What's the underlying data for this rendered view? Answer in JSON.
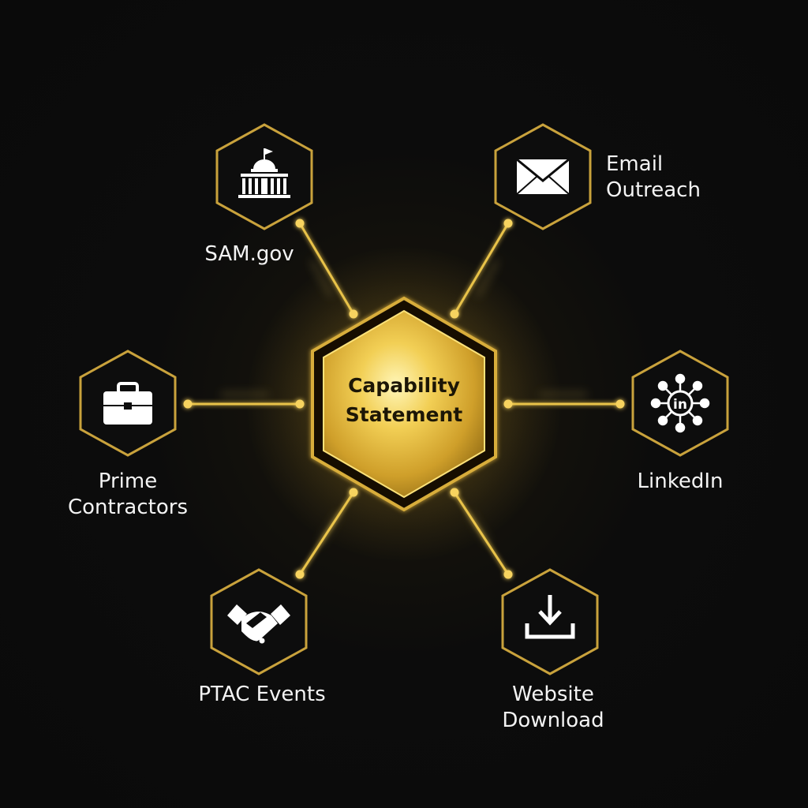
{
  "center": {
    "line1": "Capability",
    "line2": "Statement"
  },
  "nodes": [
    {
      "id": "sam-gov",
      "icon": "capitol-building-icon",
      "lines": [
        "SAM.gov"
      ]
    },
    {
      "id": "email-outreach",
      "icon": "envelope-icon",
      "lines": [
        "Email",
        "Outreach"
      ]
    },
    {
      "id": "prime-contractors",
      "icon": "briefcase-icon",
      "lines": [
        "Prime",
        "Contractors"
      ]
    },
    {
      "id": "linkedin",
      "icon": "linkedin-network-icon",
      "lines": [
        "LinkedIn"
      ],
      "icon_text": "in"
    },
    {
      "id": "ptac-events",
      "icon": "handshake-icon",
      "lines": [
        "PTAC Events"
      ]
    },
    {
      "id": "website-download",
      "icon": "download-icon",
      "lines": [
        "Website",
        "Download"
      ]
    }
  ],
  "colors": {
    "background": "#0b0b0b",
    "gold": "#e8c24a",
    "gold_light": "#fff1a6",
    "gold_dark": "#a8801c",
    "icon": "#ffffff",
    "text": "#f4f4f4"
  }
}
